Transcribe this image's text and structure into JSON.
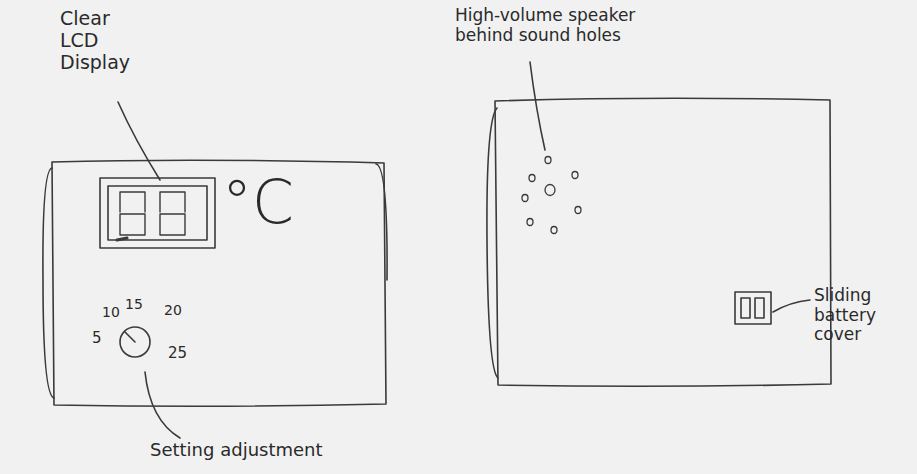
{
  "diagram": {
    "labels": [
      "Clear LCD Display",
      "°C",
      "10",
      "15",
      "20",
      "5",
      "25",
      "Setting adjustment",
      "High-volume speaker behind sound holes",
      "Sliding battery cover"
    ]
  }
}
